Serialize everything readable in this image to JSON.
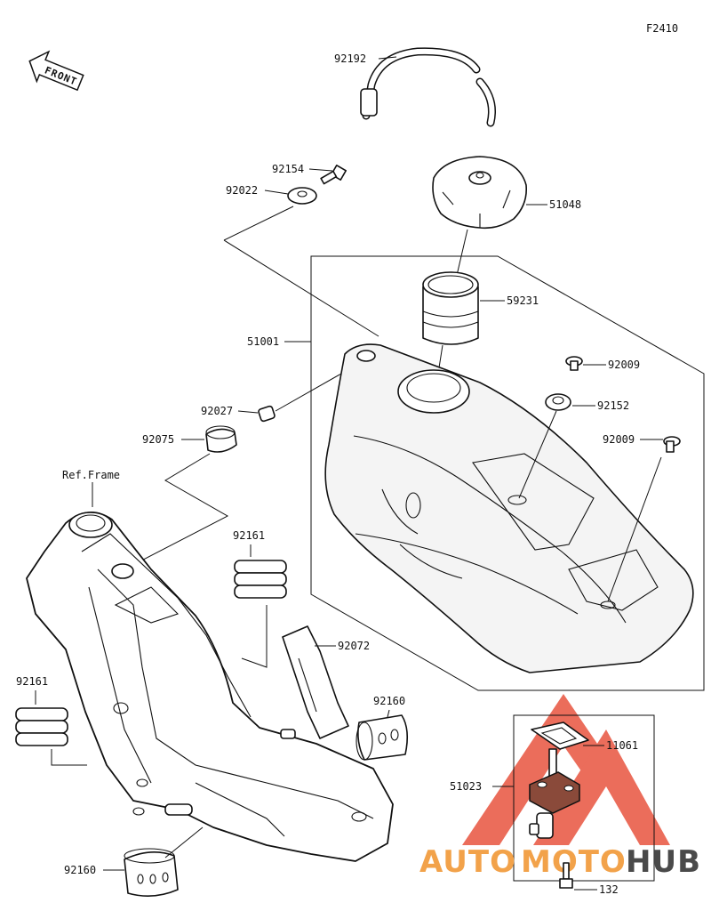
{
  "diagram": {
    "code": "F2410",
    "front_label": "FRONT",
    "ref_frame_label": "Ref.Frame",
    "watermark": {
      "part1": "AUTO",
      "part2": "MOTO",
      "part3": "HUB",
      "color_primary": "#e8543f",
      "color_secondary": "#f2a24a",
      "color_dark": "#2b2b2b"
    },
    "part_numbers": {
      "p92192": "92192",
      "p92154": "92154",
      "p92022": "92022",
      "p51048": "51048",
      "p59231": "59231",
      "p51001": "51001",
      "p92009a": "92009",
      "p92152": "92152",
      "p92009b": "92009",
      "p92027": "92027",
      "p92075": "92075",
      "p92161a": "92161",
      "p92072": "92072",
      "p92161b": "92161",
      "p92160a": "92160",
      "p11061": "11061",
      "p51023": "51023",
      "p92160b": "92160",
      "p132": "132"
    }
  }
}
